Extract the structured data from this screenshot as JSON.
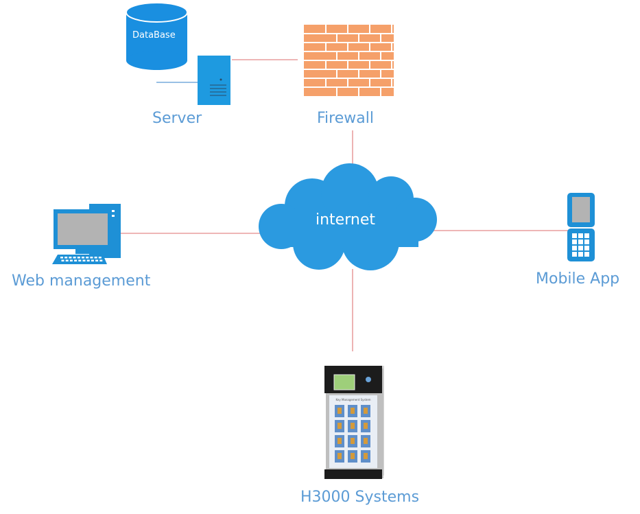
{
  "nodes": {
    "database": {
      "label": "DataBase"
    },
    "server": {
      "label": "Server"
    },
    "firewall": {
      "label": "Firewall"
    },
    "internet": {
      "label": "internet"
    },
    "web_management": {
      "label": "Web management"
    },
    "mobile_app": {
      "label": "Mobile App"
    },
    "h3000": {
      "label": "H3000 Systems",
      "panel_caption": "Key Management System"
    }
  },
  "colors": {
    "label_text": "#5b9bd5",
    "connector": "#e06c75",
    "icon_blue": "#1e90d6",
    "cloud": "#2f9be0",
    "brick": "#f4874b"
  }
}
